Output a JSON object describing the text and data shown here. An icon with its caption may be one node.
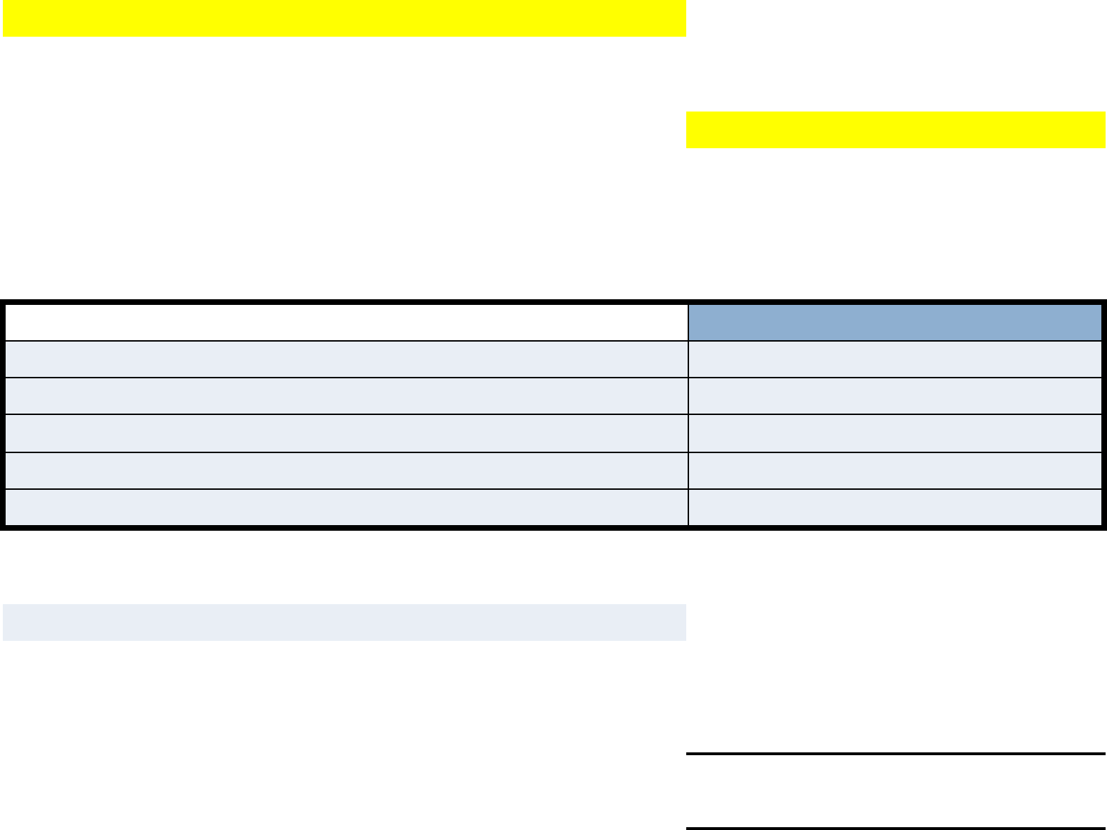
{
  "diagram": {
    "nodes": [
      {
        "text": [],
        "shape": "bar"
      },
      {
        "text": [],
        "shape": "bar"
      },
      {
        "text": [],
        "shape": "box"
      },
      {
        "text": [],
        "shape": "bar"
      }
    ]
  }
}
